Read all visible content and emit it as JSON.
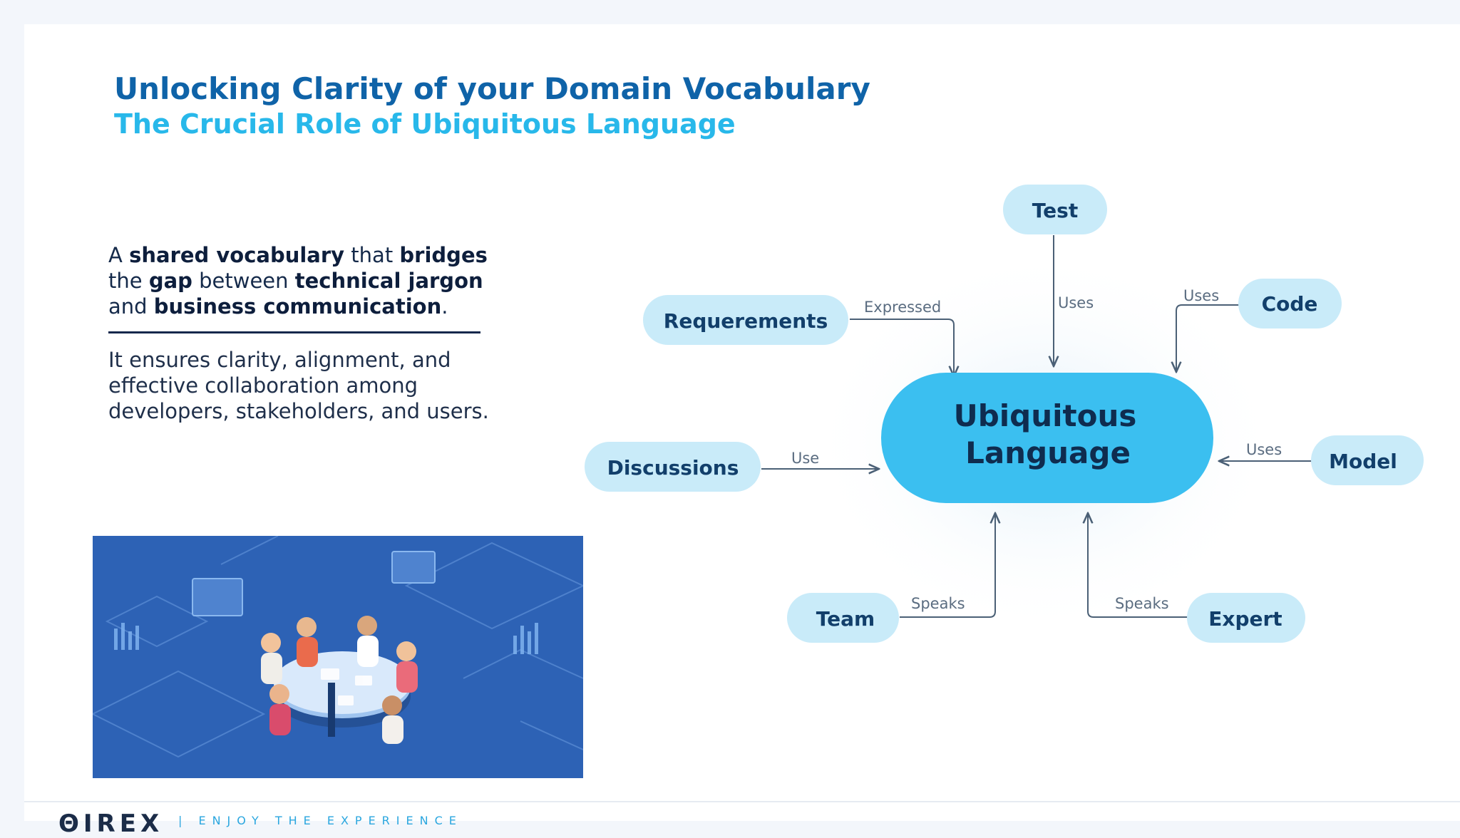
{
  "header": {
    "title": "Unlocking Clarity of your Domain Vocabulary",
    "subtitle": "The Crucial Role of Ubiquitous Language"
  },
  "intro": {
    "lead": [
      {
        "t": "A ",
        "b": false
      },
      {
        "t": "shared vocabulary",
        "b": true
      },
      {
        "t": " that ",
        "b": false
      },
      {
        "t": "bridges",
        "b": true
      },
      {
        "t": " the ",
        "b": false
      },
      {
        "t": "gap",
        "b": true
      },
      {
        "t": " between ",
        "b": false
      },
      {
        "t": "technical jargon",
        "b": true
      },
      {
        "t": " and ",
        "b": false
      },
      {
        "t": "business communication",
        "b": true
      },
      {
        "t": ".",
        "b": false
      }
    ],
    "body": "It ensures clarity, alignment, and effective collaboration among developers, stakeholders, and users."
  },
  "diagram": {
    "center": {
      "line1": "Ubiquitous",
      "line2": "Language"
    },
    "nodes": {
      "test": "Test",
      "code": "Code",
      "requirements": "Requerements",
      "discussions": "Discussions",
      "model": "Model",
      "team": "Team",
      "expert": "Expert"
    },
    "edges": {
      "requirements": "Expressed",
      "test": "Uses",
      "code": "Uses",
      "discussions": "Use",
      "model": "Uses",
      "team": "Speaks",
      "expert": "Speaks"
    },
    "colors": {
      "center": "#3bbff0",
      "node": "#c9ebf9",
      "node_text": "#123f6b",
      "center_text": "#0f2c4f",
      "connector": "#4b6076"
    }
  },
  "footer": {
    "brand": "ΘIREX",
    "tagline": "| ENJOY THE EXPERIENCE"
  }
}
